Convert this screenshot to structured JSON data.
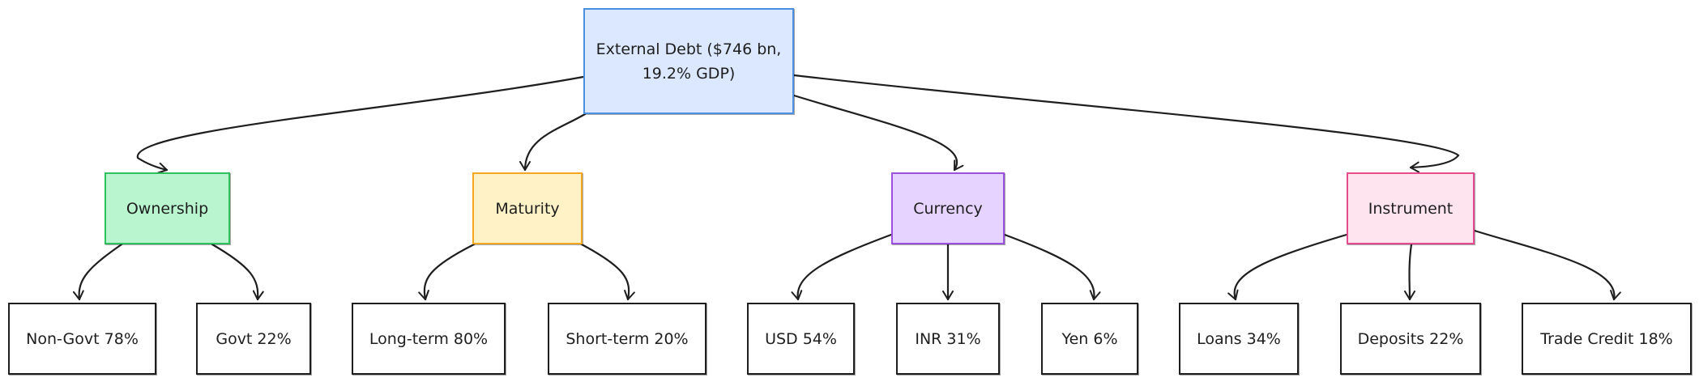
{
  "diagram": {
    "root": {
      "label": "External Debt ($746 bn, 19.2% GDP)"
    },
    "categories": [
      {
        "label": "Ownership"
      },
      {
        "label": "Maturity"
      },
      {
        "label": "Currency"
      },
      {
        "label": "Instrument"
      }
    ],
    "leaves": [
      {
        "label": "Non-Govt 78%"
      },
      {
        "label": "Govt 22%"
      },
      {
        "label": "Long-term 80%"
      },
      {
        "label": "Short-term 20%"
      },
      {
        "label": "USD 54%"
      },
      {
        "label": "INR 31%"
      },
      {
        "label": "Yen 6%"
      },
      {
        "label": "Loans 34%"
      },
      {
        "label": "Deposits 22%"
      },
      {
        "label": "Trade Credit 18%"
      }
    ],
    "colors": {
      "stroke": "#1e1e1e",
      "root_fill": "#dbe8ff",
      "root_border": "#4a90e2",
      "ownership_fill": "#b9f5cf",
      "ownership_border": "#2fbf5c",
      "maturity_fill": "#fff2c6",
      "maturity_border": "#f5a623",
      "currency_fill": "#e6d3ff",
      "currency_border": "#9b51e0",
      "instrument_fill": "#fde4ef",
      "instrument_border": "#e64a8f"
    }
  }
}
